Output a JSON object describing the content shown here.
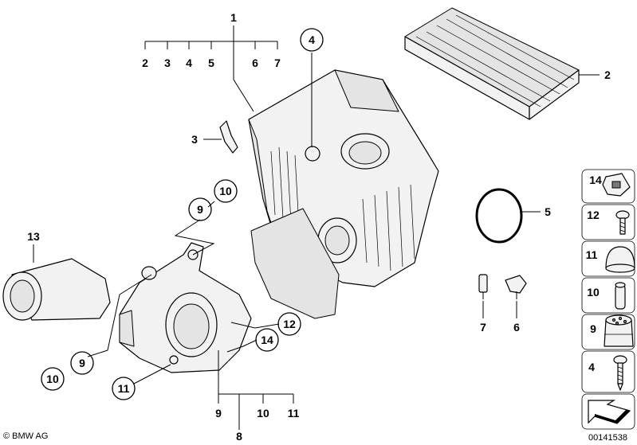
{
  "callouts": {
    "c1": "1",
    "c2": "2",
    "c3": "3",
    "c4": "4",
    "c5": "5",
    "c6": "6",
    "c7": "7",
    "c8": "8",
    "c9": "9",
    "c10": "10",
    "c11": "11",
    "c12": "12",
    "c13": "13",
    "c14": "14",
    "sub1": [
      "2",
      "3",
      "4",
      "5",
      "6",
      "7"
    ],
    "sub8": [
      "9",
      "10",
      "11"
    ],
    "housing_c9": "9",
    "housing_c10": "10",
    "left_c9": "9",
    "left_c10": "10",
    "left_c11": "11",
    "housing_c12": "12",
    "housing_c14": "14"
  },
  "legend": {
    "items": [
      {
        "label": "14",
        "icon": "clip-nut-icon"
      },
      {
        "label": "12",
        "icon": "screw-icon"
      },
      {
        "label": "11",
        "icon": "cap-icon"
      },
      {
        "label": "10",
        "icon": "sleeve-icon"
      },
      {
        "label": "9",
        "icon": "grommet-icon"
      },
      {
        "label": "4",
        "icon": "self-tapping-screw-icon"
      }
    ],
    "arrow_icon": "arrow-icon"
  },
  "footer": {
    "copyright": "© BMW AG",
    "image_number": "00141538"
  }
}
